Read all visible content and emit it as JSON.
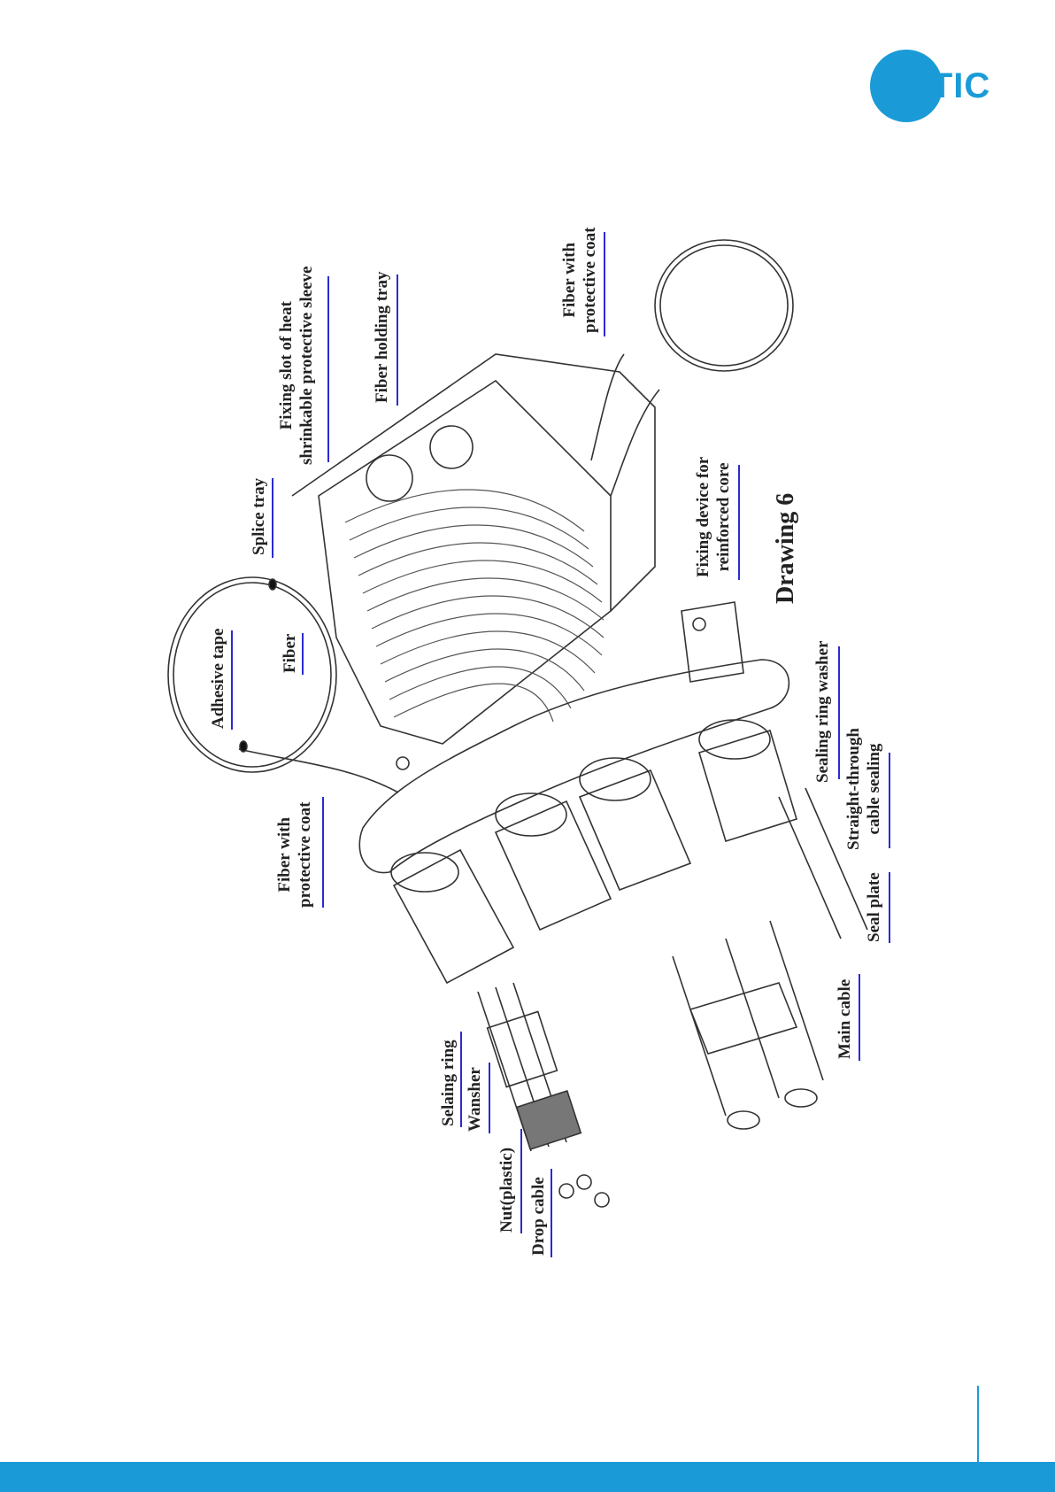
{
  "brand": {
    "logo_text": "ARTIC",
    "color": "#1a9bd7"
  },
  "drawing_title": "Drawing 6",
  "labels": {
    "fiber_with_protective_coat_top": "Fiber with\nprotective coat",
    "fiber_holding_tray": "Fiber holding tray",
    "fixing_slot": "Fixing slot of heat\nshrinkable protective sleeve",
    "splice_tray": "Splice tray",
    "fiber": "Fiber",
    "adhesive_tape": "Adhesive tape",
    "fiber_with_protective_coat_left": "Fiber with\nprotective coat",
    "fixing_device": "Fixing device for\nreinforced core",
    "sealing_ring_washer": "Sealing ring washer",
    "straight_through": "Straight-through\ncable sealing",
    "seal_plate": "Seal plate",
    "main_cable": "Main cable",
    "selaing_ring": "Selaing ring",
    "wansher": "Wansher",
    "nut_plastic": "Nut(plastic)",
    "drop_cable": "Drop cable"
  }
}
